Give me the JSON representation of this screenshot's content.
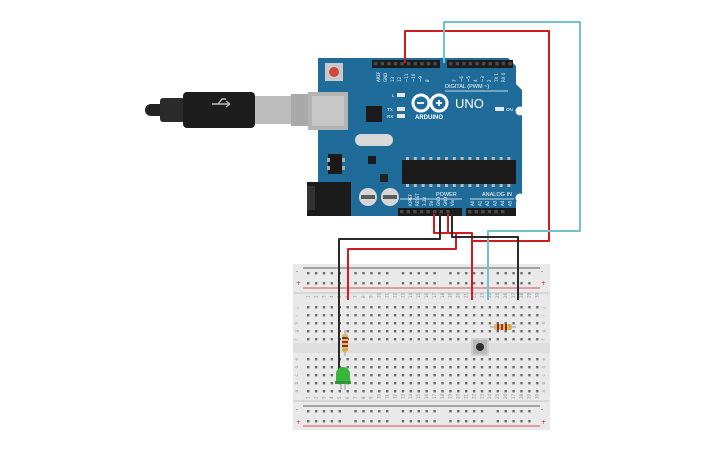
{
  "board": {
    "logo_text": "UNO",
    "brand_text": "ARDUINO",
    "digital_label": "DIGITAL (PWM ~)",
    "power_label": "POWER",
    "analog_label": "ANALOG IN",
    "on_label": "ON",
    "l_label": "L",
    "tx_label": "TX",
    "rx_label": "RX",
    "top_pins": [
      "AREF",
      "GND",
      "13",
      "12",
      "~11",
      "~10",
      "~9",
      "8",
      "7",
      "~6",
      "~5",
      "4",
      "~3",
      "2",
      "TX 1",
      "RX 0"
    ],
    "power_pins": [
      "IOREF",
      "RESET",
      "3.3V",
      "5V",
      "GND",
      "GND",
      "Vin"
    ],
    "analog_pins": [
      "A0",
      "A1",
      "A2",
      "A3",
      "A4",
      "A5"
    ]
  },
  "breadboard": {
    "row_letters_top": [
      "j",
      "i",
      "h",
      "g",
      "f"
    ],
    "row_letters_bottom": [
      "e",
      "d",
      "c",
      "b",
      "a"
    ],
    "rail_plus": "+",
    "rail_minus": "-",
    "column_numbers": [
      "1",
      "2",
      "3",
      "4",
      "5",
      "6",
      "7",
      "8",
      "9",
      "10",
      "11",
      "12",
      "13",
      "14",
      "15",
      "16",
      "17",
      "18",
      "19",
      "20",
      "21",
      "22",
      "23",
      "24",
      "25",
      "26",
      "27",
      "28",
      "29",
      "30"
    ]
  },
  "colors": {
    "board": "#1f6c9a",
    "wire_red": "#d01c1f",
    "wire_black": "#2a2a2a",
    "wire_cyan": "#6fc3cc",
    "led": "#38b53c",
    "breadboard": "#e9e9e9"
  }
}
